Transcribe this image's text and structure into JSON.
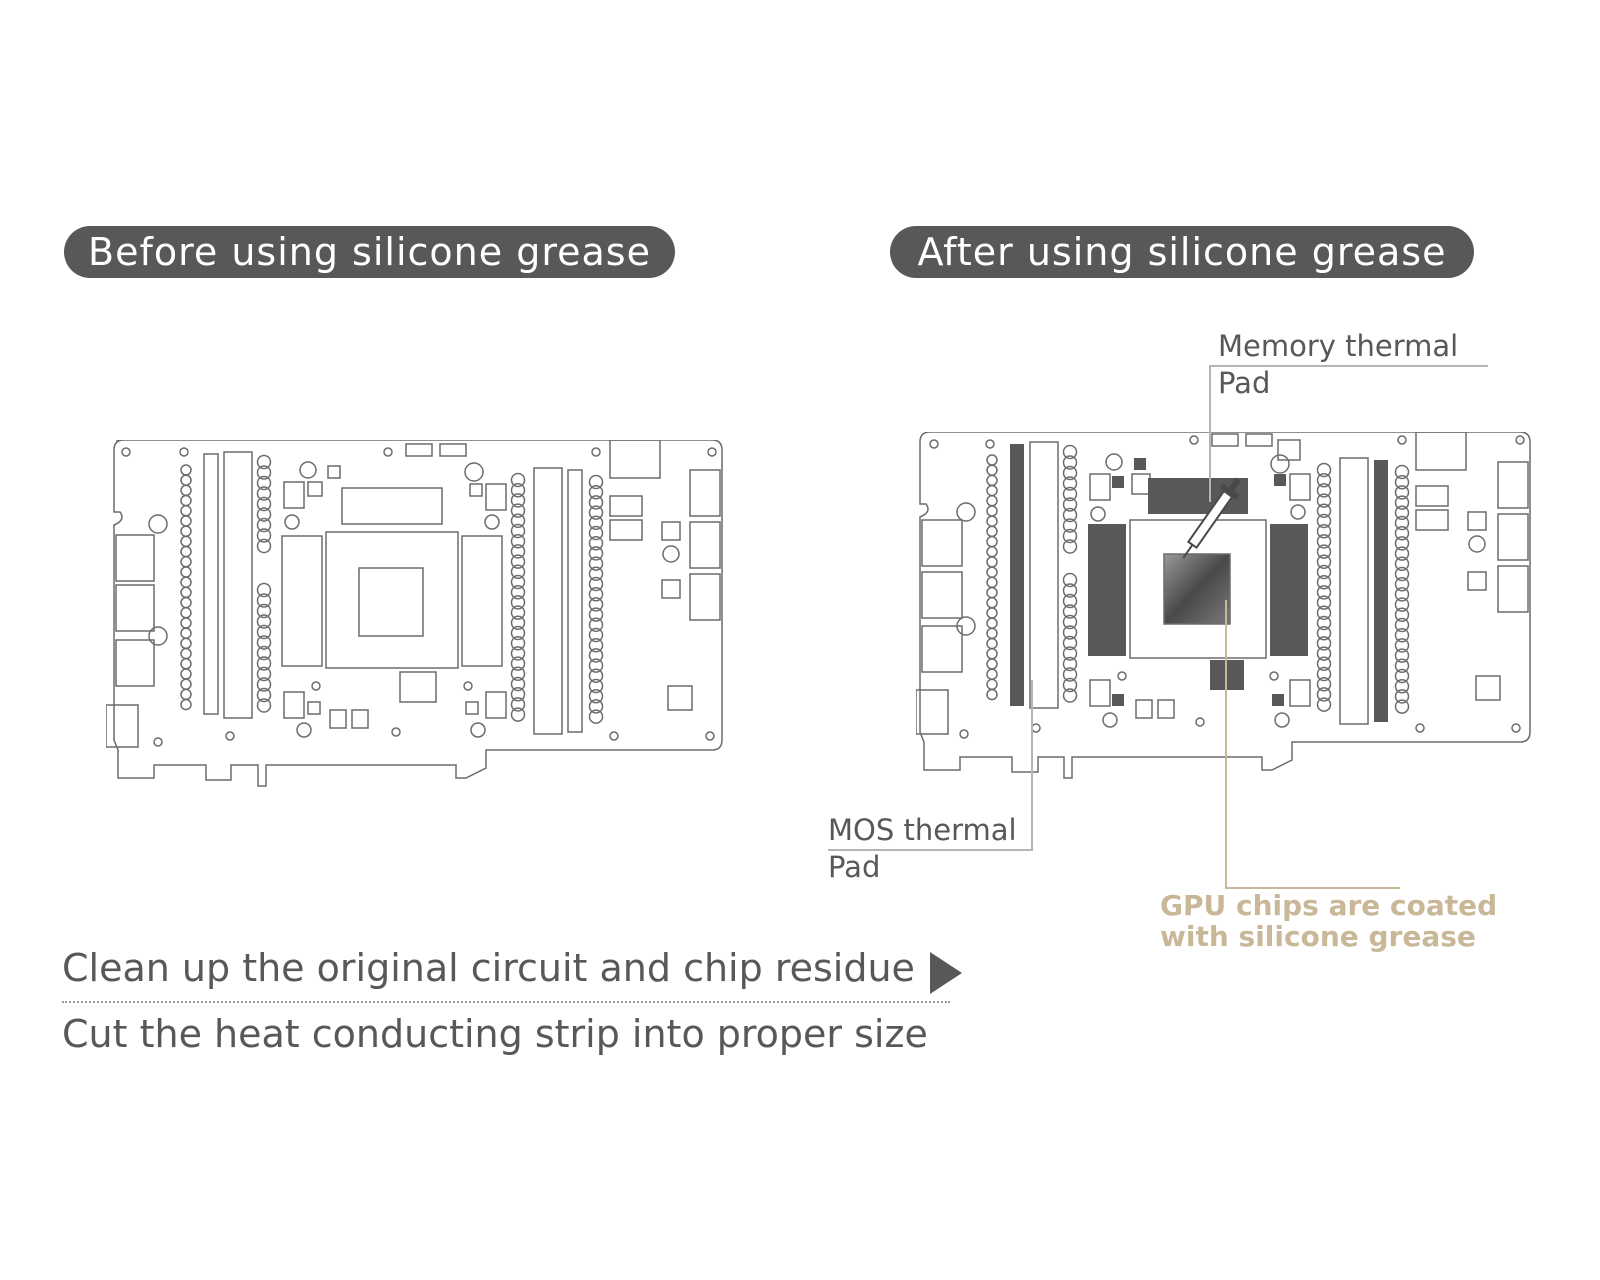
{
  "headers": {
    "before": "Before using silicone grease",
    "after": "After using silicone grease"
  },
  "callouts": {
    "memory_pad": [
      "Memory thermal",
      "Pad"
    ],
    "mos_pad": [
      "MOS thermal",
      "Pad"
    ],
    "gpu_grease": [
      "GPU chips are coated",
      "with silicone grease"
    ]
  },
  "steps": {
    "step1": "Clean up the original circuit and chip residue",
    "step2": "Cut the heat conducting strip into proper size"
  },
  "colors": {
    "header_bg": "#595757",
    "text": "#595757",
    "highlight_text": "#c9b898",
    "pad_fill": "#595757",
    "board_line": "#6d6b6b"
  },
  "icons": {
    "step_arrow": "play-triangle-icon",
    "applicator": "syringe-icon"
  }
}
